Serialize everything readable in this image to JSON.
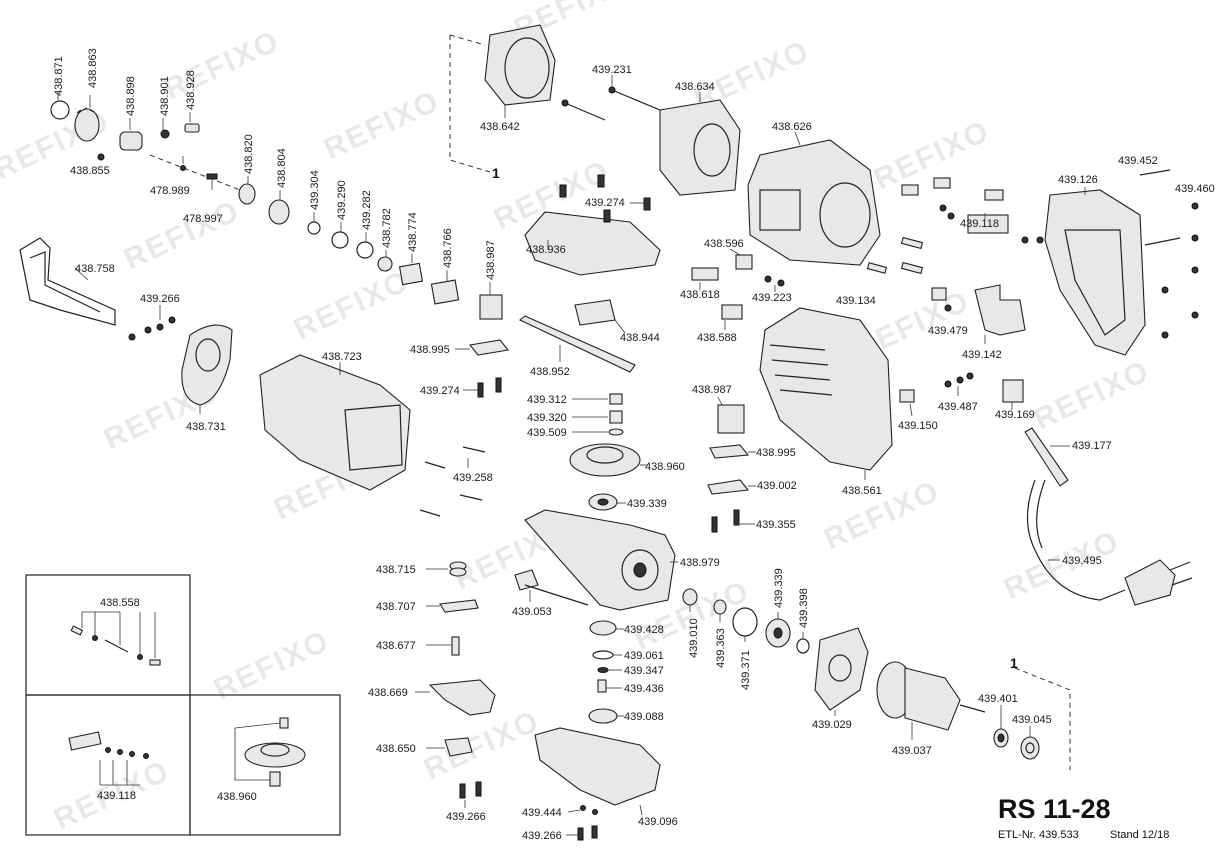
{
  "diagram": {
    "watermark": "REFIXO",
    "model": "RS 11-28",
    "etl": "ETL-Nr. 439.533",
    "stand": "Stand 12/18",
    "callout": "1",
    "labels": {
      "p438871": "438.871",
      "p438863": "438.863",
      "p438898": "438.898",
      "p438901": "438.901",
      "p438928": "438.928",
      "p438855": "438.855",
      "p478989": "478.989",
      "p478997": "478.997",
      "p438820": "438.820",
      "p438804": "438.804",
      "p439304": "439.304",
      "p439290": "439.290",
      "p439282": "439.282",
      "p438782": "438.782",
      "p438774": "438.774",
      "p438766": "438.766",
      "p438642": "438.642",
      "p439231": "439.231",
      "p438634": "438.634",
      "p438626": "438.626",
      "p439452": "439.452",
      "p439126": "439.126",
      "p439460": "439.460",
      "p438758": "438.758",
      "p439266a": "439.266",
      "p438731": "438.731",
      "p438723": "438.723",
      "p438995a": "438.995",
      "p438987a": "438.987",
      "p438936": "438.936",
      "p439274a": "439.274",
      "p438944": "438.944",
      "p438952": "438.952",
      "p439274b": "439.274",
      "p438596": "438.596",
      "p438618": "438.618",
      "p439223": "439.223",
      "p438588": "438.588",
      "p439134": "439.134",
      "p439118a": "439.118",
      "p439479": "439.479",
      "p439142": "439.142",
      "p439312": "439.312",
      "p439320": "439.320",
      "p439509": "439.509",
      "p438987b": "438.987",
      "p438995b": "438.995",
      "p438960a": "438.960",
      "p439002": "439.002",
      "p439258": "439.258",
      "p439339a": "439.339",
      "p439355": "439.355",
      "p438561": "438.561",
      "p439487": "439.487",
      "p439150": "439.150",
      "p439169": "439.169",
      "p439177": "439.177",
      "p438979": "438.979",
      "p439495": "439.495",
      "p438715": "438.715",
      "p438707": "438.707",
      "p439053": "439.053",
      "p439428": "439.428",
      "p439010": "439.010",
      "p439363": "439.363",
      "p439371": "439.371",
      "p439339b": "439.339",
      "p439398": "439.398",
      "p438677": "438.677",
      "p439061": "439.061",
      "p439347": "439.347",
      "p439436": "439.436",
      "p438669": "438.669",
      "p439088": "439.088",
      "p439029": "439.029",
      "p439037": "439.037",
      "p439401": "439.401",
      "p439045": "439.045",
      "p438650": "438.650",
      "p438558": "438.558",
      "p439118b": "439.118",
      "p438960b": "438.960",
      "p439444": "439.444",
      "p439266b": "439.266",
      "p439266c": "439.266",
      "p439096": "439.096"
    }
  }
}
